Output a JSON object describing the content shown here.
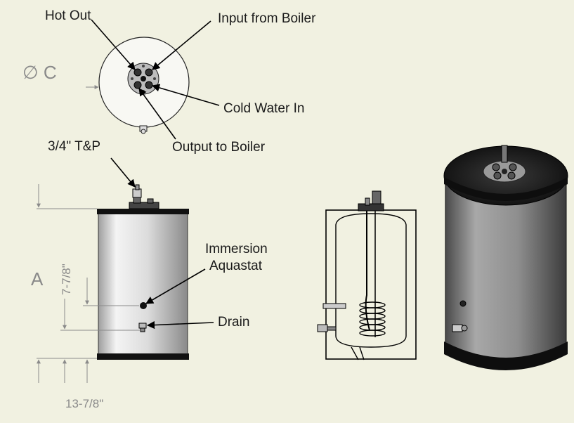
{
  "labels": {
    "hot_out": "Hot Out",
    "input_from_boiler": "Input from Boiler",
    "cold_water_in": "Cold Water In",
    "output_to_boiler": "Output to Boiler",
    "tp_valve": "3/4\" T&P",
    "immersion_line1": "Immersion",
    "immersion_line2": "Aquastat",
    "drain": "Drain"
  },
  "dimensions": {
    "diameter": "∅ C",
    "height": "A",
    "aquastat_offset": "7-7/8\"",
    "bottom_offset": "13-7/8\""
  },
  "colors": {
    "background": "#f1f1e1",
    "tank_body": "#d8d8d8",
    "tank_band": "#111111",
    "dimension": "#8a8a8a"
  }
}
